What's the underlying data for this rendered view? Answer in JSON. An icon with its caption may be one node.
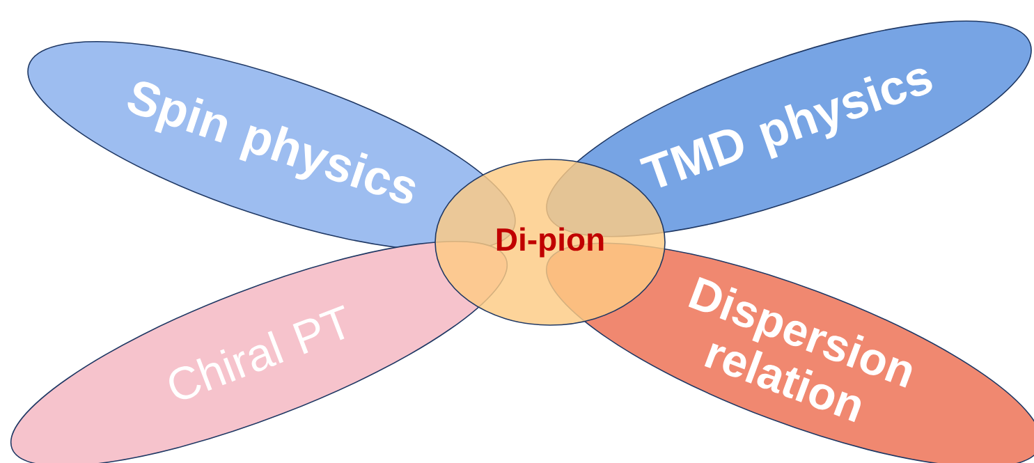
{
  "diagram": {
    "nodes": [
      {
        "text": [
          "Spin physics"
        ]
      },
      {
        "text": [
          "TMD physics"
        ]
      },
      {
        "text": [
          "Di-pion"
        ]
      },
      {
        "text": [
          "Chiral PT"
        ]
      },
      {
        "text": [
          "Dispersion relation"
        ]
      }
    ]
  }
}
